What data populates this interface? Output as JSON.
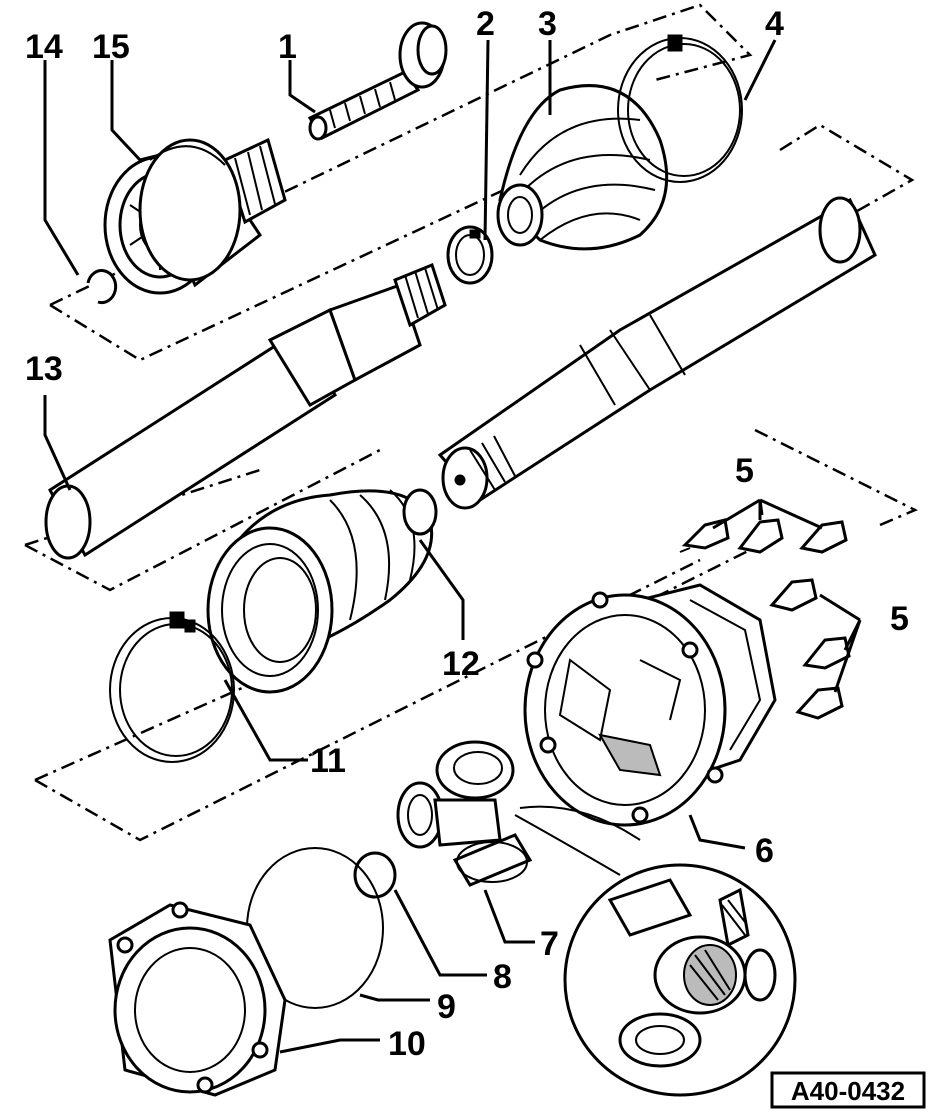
{
  "diagram": {
    "callouts": [
      {
        "id": "1",
        "text": "1"
      },
      {
        "id": "2",
        "text": "2"
      },
      {
        "id": "3",
        "text": "3"
      },
      {
        "id": "4",
        "text": "4"
      },
      {
        "id": "5a",
        "text": "5"
      },
      {
        "id": "5b",
        "text": "5"
      },
      {
        "id": "6",
        "text": "6"
      },
      {
        "id": "7",
        "text": "7"
      },
      {
        "id": "8",
        "text": "8"
      },
      {
        "id": "9",
        "text": "9"
      },
      {
        "id": "10",
        "text": "10"
      },
      {
        "id": "11",
        "text": "11"
      },
      {
        "id": "12",
        "text": "12"
      },
      {
        "id": "13",
        "text": "13"
      },
      {
        "id": "14",
        "text": "14"
      },
      {
        "id": "15",
        "text": "15"
      }
    ],
    "reference_code": "A40-0432"
  }
}
